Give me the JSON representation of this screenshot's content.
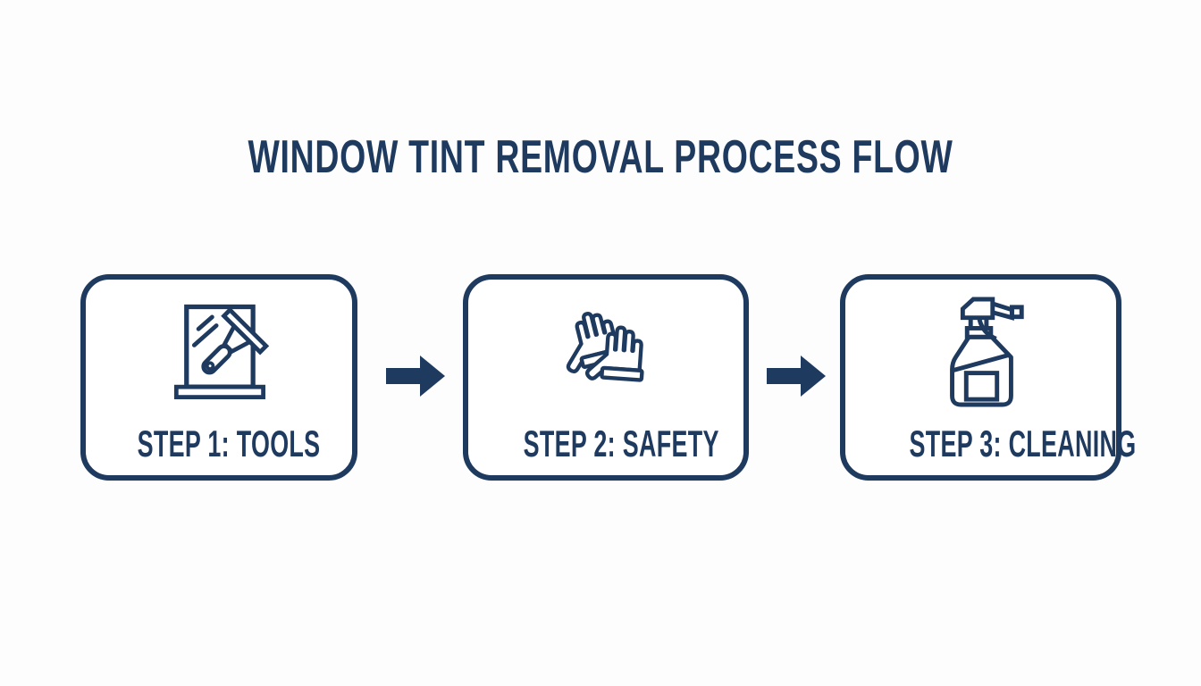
{
  "title": "WINDOW TINT REMOVAL PROCESS FLOW",
  "steps": [
    {
      "label": "STEP 1: TOOLS",
      "icon": "window-squeegee-icon"
    },
    {
      "label": "STEP 2: SAFETY",
      "icon": "safety-gloves-icon"
    },
    {
      "label": "STEP 3: CLEANING",
      "icon": "spray-bottle-icon"
    }
  ],
  "connectors": [
    {
      "icon": "flow-arrow-icon",
      "direction": "right"
    },
    {
      "icon": "flow-arrow-icon",
      "direction": "right"
    }
  ],
  "colors": {
    "navy": "#1e3a5f",
    "background": "#fdfdfd",
    "card_background": "#ffffff"
  }
}
